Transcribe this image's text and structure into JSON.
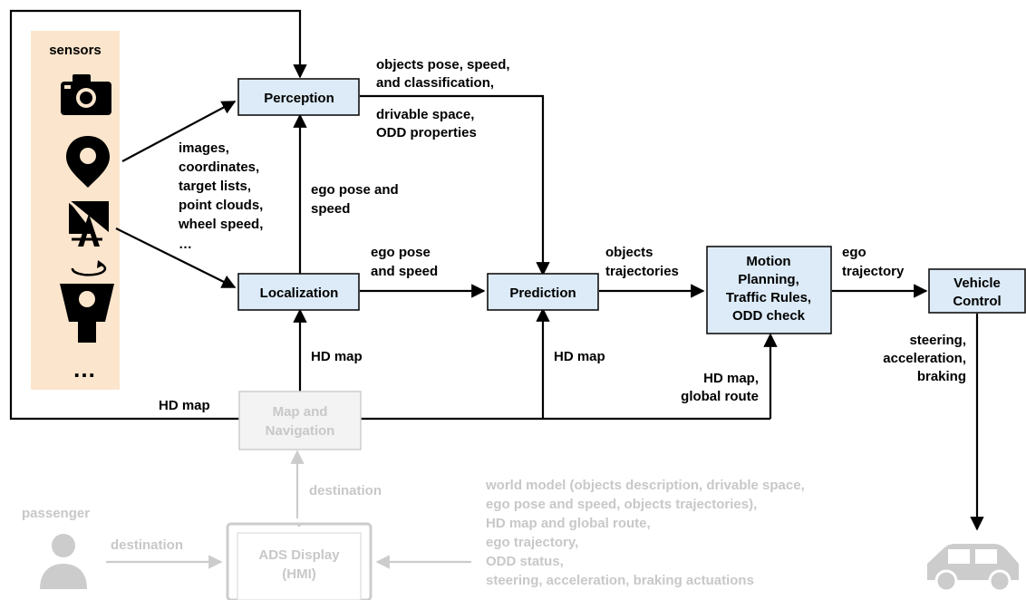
{
  "sensors_title": "sensors",
  "sensors_more": "…",
  "colors": {
    "panel": "#fbe5cc",
    "box_fill": "#dcebf7",
    "box_stroke": "#111111",
    "arrow": "#000000",
    "faded": "#cccccc",
    "faded_text": "#c8c8c8"
  },
  "nodes": {
    "perception": "Perception",
    "localization": "Localization",
    "prediction": "Prediction",
    "motion": [
      "Motion",
      "Planning,",
      "Traffic Rules,",
      "ODD check"
    ],
    "vehicle_control": [
      "Vehicle",
      "Control"
    ],
    "map_navigation": [
      "Map and",
      "Navigation"
    ],
    "ads_display": [
      "ADS Display",
      "(HMI)"
    ]
  },
  "labels": {
    "perception_out": [
      "objects pose, speed,",
      "and classification,"
    ],
    "perception_out2": [
      "drivable space,",
      "ODD properties"
    ],
    "sensor_data": [
      "images,",
      "coordinates,",
      "target lists,",
      "point clouds,",
      "wheel speed,",
      "…"
    ],
    "ego_pose_up": [
      "ego pose and",
      "speed"
    ],
    "ego_pose_right": [
      "ego pose",
      "and speed"
    ],
    "objects_trajectories": [
      "objects",
      "trajectories"
    ],
    "ego_trajectory": [
      "ego",
      "trajectory"
    ],
    "actuation": [
      "steering,",
      "acceleration,",
      "braking"
    ],
    "hd_map_loc": "HD map",
    "hd_map_pred": "HD map",
    "hd_map_motion": [
      "HD map,",
      "global route"
    ],
    "hd_map_left": "HD map",
    "destination_up": "destination",
    "passenger": "passenger",
    "destination_right": "destination",
    "world_model": [
      "world model (objects description, drivable space,",
      "ego pose and speed, objects trajectories),",
      "HD map and global route,",
      "ego trajectory,",
      "ODD status,",
      "steering, acceleration, braking actuations"
    ]
  }
}
